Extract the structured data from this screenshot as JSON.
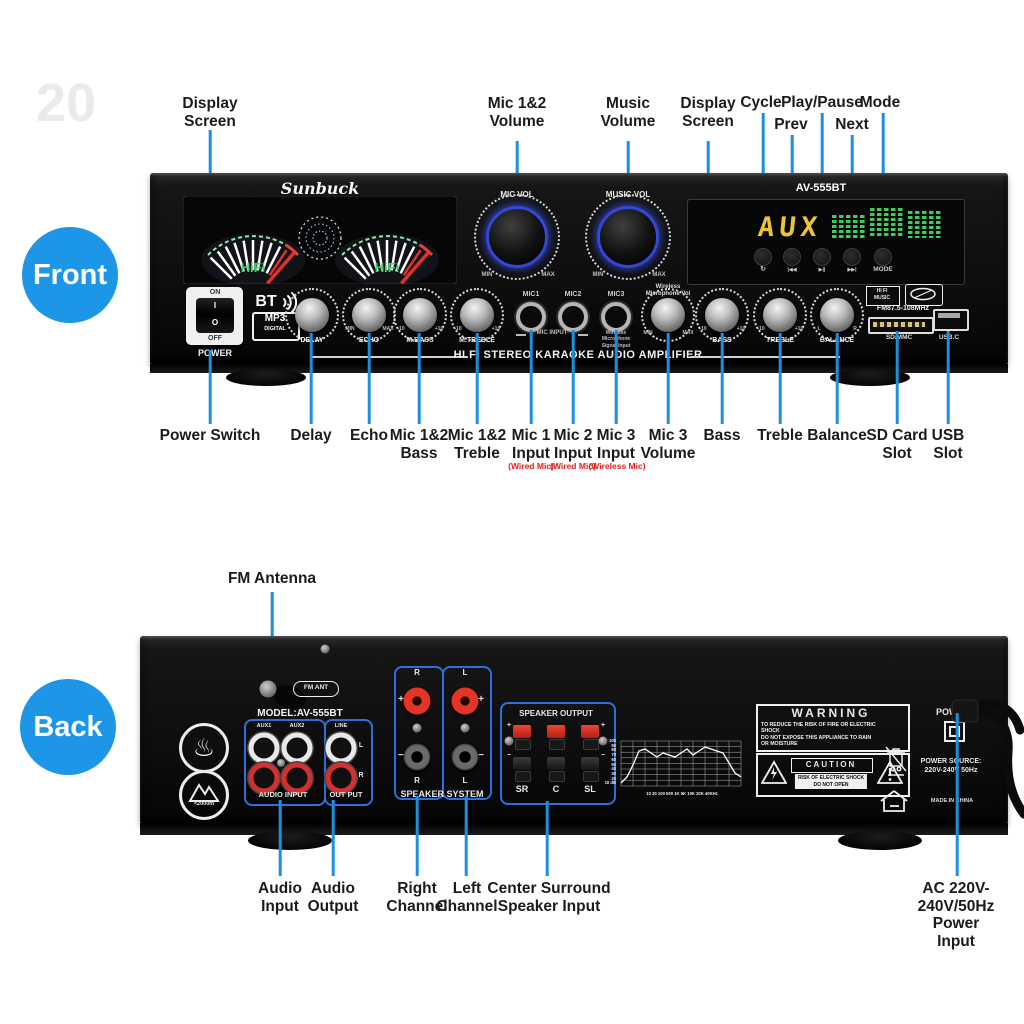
{
  "watermark": "20",
  "side_badges": {
    "front": "Front",
    "back": "Back"
  },
  "front": {
    "top_labels": [
      "Display\nScreen",
      "Mic 1&2\nVolume",
      "Music\nVolume",
      "Display\nScreen",
      "Cycle",
      "Play/Pause",
      "Mode",
      "Prev",
      "Next"
    ],
    "bottom_labels": [
      "Power Switch",
      "Delay",
      "Echo",
      "Mic 1&2\nBass",
      "Mic 1&2\nTreble",
      "Mic 1\nInput",
      "Mic 2\nInput",
      "Mic 3\nInput",
      "Mic 3\nVolume",
      "Bass",
      "Treble",
      "Balance",
      "SD Card\nSlot",
      "USB\nSlot"
    ],
    "bottom_sublabels": [
      "(Wired Mic)",
      "(Wired Mic)",
      "(Wireless Mic)"
    ],
    "panel": {
      "brand": "Sunbuck",
      "model": "AV-555BT",
      "vu_label": "HiFi",
      "mic_vol": "MIC VOL",
      "music_vol": "MUSIC VOL",
      "display_text": "AUX",
      "transport": [
        "↻",
        "|◀◀",
        "▶||",
        "▶▶|",
        "MODE"
      ],
      "power": {
        "on": "ON",
        "off": "OFF",
        "label": "POWER",
        "i": "I",
        "o": "O"
      },
      "bt": "BT",
      "mp3": "MP3",
      "digital": "DIGITAL",
      "knobs": [
        "DELAY",
        "ECHO",
        "M.BASS",
        "M.TREBLE"
      ],
      "mics": [
        "MIC1",
        "MIC2",
        "MIC3"
      ],
      "mic_input": "MIC INPUT",
      "wireless_note": "Wireless\nMicrophone\nSignal Input",
      "wireless_vol": "Wireless\nMicrophone Vol",
      "right_knobs": [
        "BASS",
        "TREBLE",
        "BALANCE"
      ],
      "scales": {
        "min": "MIN",
        "max": "MAX",
        "m10": "-10",
        "p10": "+10",
        "l": "L",
        "r": "R"
      },
      "hifi_badge": "HI FI\nMUSIC",
      "fm_range": "FM87.5-108MHz",
      "sd_label": "SD/MMC",
      "usb_label": "USB.C",
      "strip": "HI FI STEREO KARAOKE AUDIO AMPLIFIER"
    }
  },
  "back": {
    "antenna_label": "FM Antenna",
    "bottom_labels": [
      "Audio\nInput",
      "Audio\nOutput",
      "Right\nChannel",
      "Left\nChannel",
      "Center Surround\nSpeaker Input",
      "AC 220V-240V/50Hz\nPower Input"
    ],
    "panel": {
      "fm_ant": "FM ANT",
      "model": "MODEL:AV-555BT",
      "aux1": "AUX1",
      "aux2": "AUX2",
      "line": "LINE",
      "l": "L",
      "r": "R",
      "plus": "+",
      "minus": "−",
      "audio_input": "AUDIO INPUT",
      "out_put": "OUT PUT",
      "speaker_system": "SPEAKER SYSTEM",
      "speaker_output": "SPEAKER OUTPUT",
      "sr": "SR",
      "c": "C",
      "sl": "SL",
      "altitude": "<2000m",
      "warning_title": "WARNING",
      "warning_text": "TO REDUCE THE RISK OF FIRE OR ELECTRIC\nSHOCK\nDO NOT EXPOSE THIS APPLIANCE TO RAIN\nOR MOISTURE",
      "caution_title": "CAUTION",
      "caution_text": "RISK OF ELECTRIC SHOCK\nDO NOT OPEN",
      "power": "POWER",
      "power_source": "POWER SOURCE:\n220V-240V 50Hz",
      "made_in": "MADE IN CHINA",
      "graph_y": "100\n90\n80\n70\n60\n50\n40\n30\n20\n10 dB",
      "graph_x": "10  20  100 500  1K  5K 10K 20K 40KHz",
      "icons": {
        "hot": "♨"
      }
    }
  },
  "colors": {
    "accent": "#1d8fe0",
    "label": "#1b1b1b",
    "red_note": "#e02020"
  }
}
